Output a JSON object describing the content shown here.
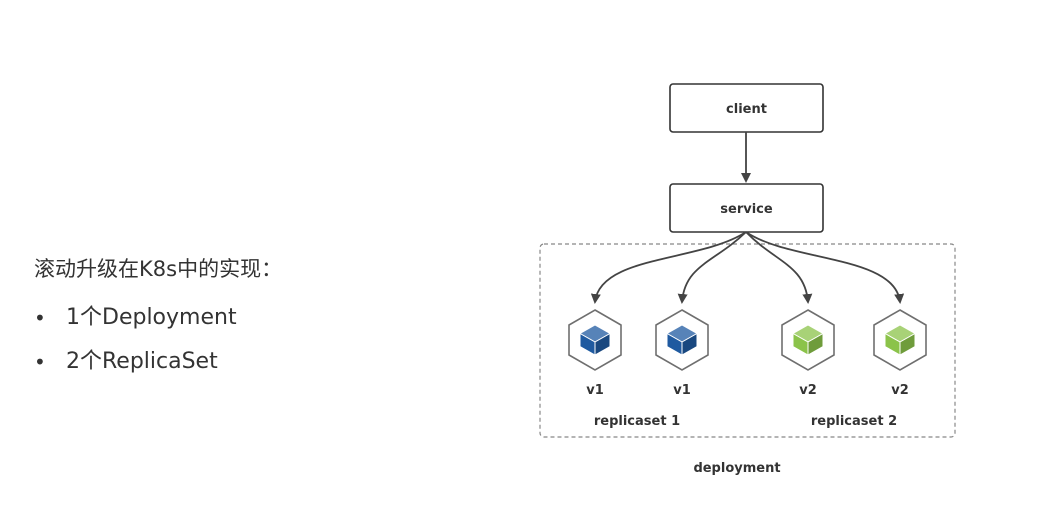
{
  "text_panel": {
    "heading": "滚动升级在K8s中的实现：",
    "bullets": [
      "1个Deployment",
      "2个ReplicaSet"
    ]
  },
  "diagram": {
    "nodes": {
      "client": "client",
      "service": "service"
    },
    "pods": [
      {
        "version": "v1",
        "color": "#1f5aa0"
      },
      {
        "version": "v1",
        "color": "#1f5aa0"
      },
      {
        "version": "v2",
        "color": "#8bc34a"
      },
      {
        "version": "v2",
        "color": "#8bc34a"
      }
    ],
    "replicasets": [
      "replicaset 1",
      "replicaset 2"
    ],
    "group_label": "deployment"
  }
}
